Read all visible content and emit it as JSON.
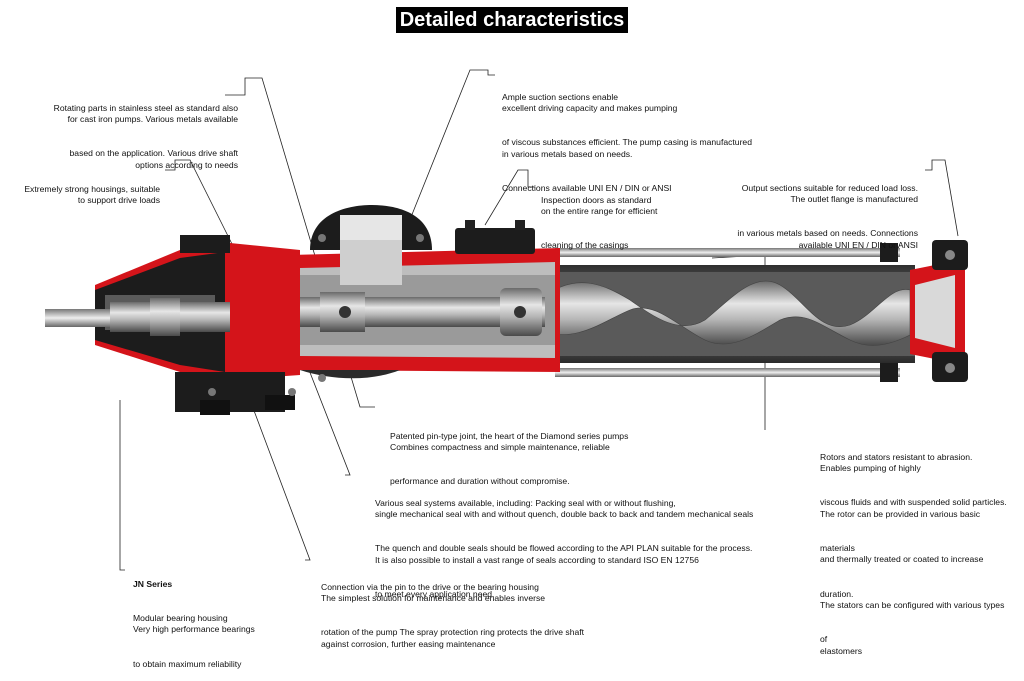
{
  "title": "Detailed characteristics",
  "callouts": {
    "rotating": [
      "Rotating parts in stainless steel as standard also",
      "for cast iron pumps. Various metals available",
      "based on the application. Various drive shaft",
      "options according to needs"
    ],
    "housings": [
      "Extremely strong housings, suitable",
      "to support drive loads"
    ],
    "suction": [
      "Ample suction sections enable",
      "excellent driving capacity and makes pumping",
      "of viscous substances efficient. The pump casing is manufactured",
      "in various metals based on needs.",
      "Connections available UNI EN / DIN or ANSI"
    ],
    "inspection": [
      "Inspection doors as standard",
      "on the entire range for efficient",
      "cleaning of the casings"
    ],
    "output": [
      "Output sections suitable for reduced load loss.",
      "The outlet flange is manufactured",
      "in various metals based on needs. Connections",
      "available UNI EN / DIN or ANSI"
    ],
    "pin_joint": [
      "Patented pin-type joint, the heart of the Diamond series pumps",
      "Combines compactness and simple maintenance, reliable",
      "performance and duration without compromise."
    ],
    "rotors": [
      "Rotors and stators resistant to abrasion.",
      "Enables pumping of highly",
      "viscous fluids and with suspended solid particles.",
      "The rotor can be provided in various basic",
      "materials",
      "and thermally treated or coated to increase",
      "duration.",
      "The stators can be configured with various types",
      "of",
      "elastomers"
    ],
    "seals": [
      "Various seal systems available, including: Packing seal with or without flushing,",
      "single mechanical seal with and without quench, double back to back and tandem mechanical seals",
      "The quench and double seals should be flowed according to the API PLAN suitable for the process.",
      "It is also possible to install a vast range of seals according to standard ISO EN 12756",
      "to meet every application need."
    ],
    "jn_series": {
      "heading": "JN Series",
      "lines": [
        "Modular bearing housing",
        "Very high performance bearings",
        "to obtain maximum reliability"
      ]
    },
    "connection": [
      "Connection via the pin to the drive or the bearing housing",
      "The simplest solution for maintenance and enables inverse",
      "rotation of the pump The spray protection ring protects the drive shaft",
      "against corrosion, further easing maintenance"
    ]
  },
  "colors": {
    "red": "#d4141a",
    "dark": "#1c1c1c",
    "steel": "#9a9a9a"
  }
}
